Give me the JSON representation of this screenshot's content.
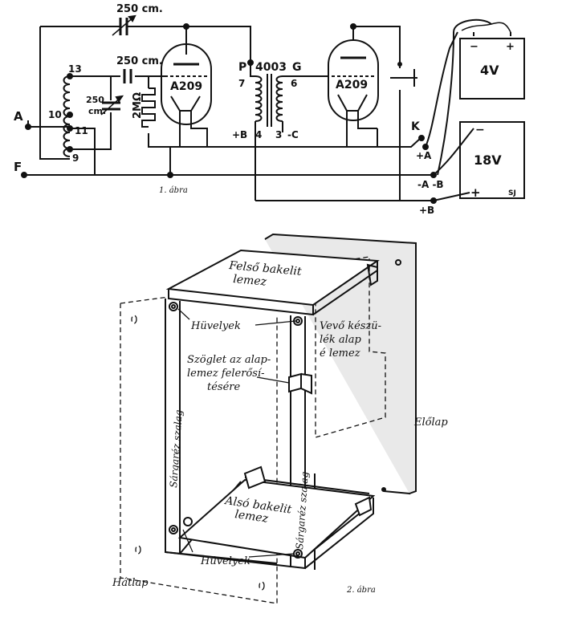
{
  "schematic": {
    "terminal_a": "A",
    "terminal_f": "F",
    "cap_top": "250 cm.",
    "cap_grid": "250 cm.",
    "cap_tune_1": "250",
    "cap_tune_2": "cm.",
    "resistor": "2MΩ",
    "coil_tap_13": "13",
    "coil_tap_10": "10",
    "coil_tap_11": "11",
    "coil_tap_9": "9",
    "tube_1": "A209",
    "tube_2": "A209",
    "transformer_p": "P",
    "transformer_type": "4003",
    "transformer_g": "G",
    "pin_7": "7",
    "pin_6": "6",
    "pin_b": "+B",
    "pin_4": "4",
    "pin_3": "3",
    "pin_c": "-C",
    "switch_k": "K",
    "plus_a": "+A",
    "minus_a_minus_b": "-A -B",
    "plus_b": "+B",
    "battery_4v": "4V",
    "battery_4v_minus": "−",
    "battery_4v_plus": "+",
    "battery_18v": "18V",
    "battery_18v_minus": "−",
    "battery_18v_plus": "+",
    "signature": "SJ",
    "caption": "1. ábra"
  },
  "assembly": {
    "top_plate_1": "Felső bakelit",
    "top_plate_2": "lemez",
    "socket_top": "Hüvelyek",
    "bracket_1": "Szöglet az alap-",
    "bracket_2": "lemez felerősí-",
    "bracket_3": "tésére",
    "base_plate_1": "Vevő készü-",
    "base_plate_2": "lék alap",
    "base_plate_3": "é lemez",
    "front_plate": "Előlap",
    "brass_strip_left": "Sárgaréz szalag",
    "brass_strip_right": "Sárgaréz szalag",
    "bottom_plate_1": "Alsó bakelit",
    "bottom_plate_2": "lemez",
    "socket_bottom": "Hüvelyek",
    "back_plate": "Hátlap",
    "caption": "2. ábra"
  },
  "colors": {
    "ink": "#111111",
    "paper": "#ffffff"
  }
}
